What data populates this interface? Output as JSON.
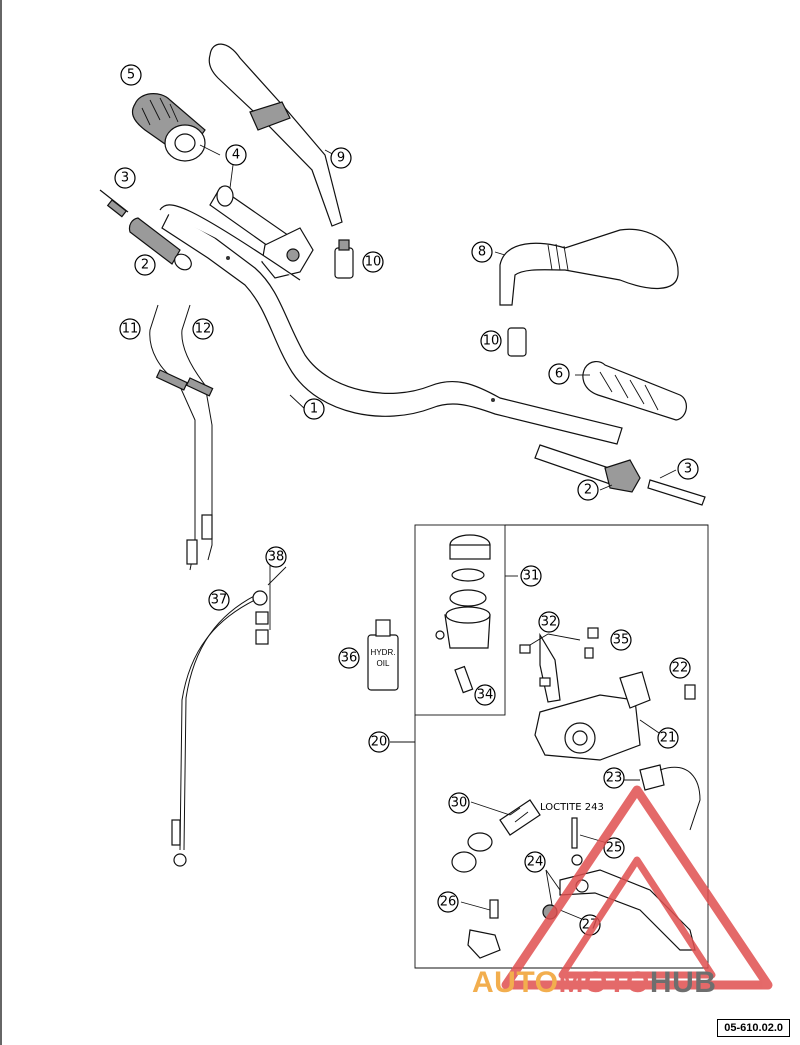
{
  "callouts": [
    {
      "id": "c1",
      "label": "1"
    },
    {
      "id": "c2a",
      "label": "2"
    },
    {
      "id": "c2b",
      "label": "2"
    },
    {
      "id": "c3a",
      "label": "3"
    },
    {
      "id": "c3b",
      "label": "3"
    },
    {
      "id": "c4",
      "label": "4"
    },
    {
      "id": "c5",
      "label": "5"
    },
    {
      "id": "c6",
      "label": "6"
    },
    {
      "id": "c8",
      "label": "8"
    },
    {
      "id": "c9",
      "label": "9"
    },
    {
      "id": "c10a",
      "label": "10"
    },
    {
      "id": "c10b",
      "label": "10"
    },
    {
      "id": "c11",
      "label": "11"
    },
    {
      "id": "c12",
      "label": "12"
    },
    {
      "id": "c20",
      "label": "20"
    },
    {
      "id": "c21",
      "label": "21"
    },
    {
      "id": "c22",
      "label": "22"
    },
    {
      "id": "c23",
      "label": "23"
    },
    {
      "id": "c24",
      "label": "24"
    },
    {
      "id": "c25",
      "label": "25"
    },
    {
      "id": "c26",
      "label": "26"
    },
    {
      "id": "c27",
      "label": "27"
    },
    {
      "id": "c30",
      "label": "30"
    },
    {
      "id": "c31",
      "label": "31"
    },
    {
      "id": "c32",
      "label": "32"
    },
    {
      "id": "c34",
      "label": "34"
    },
    {
      "id": "c35",
      "label": "35"
    },
    {
      "id": "c36",
      "label": "36"
    },
    {
      "id": "c37",
      "label": "37"
    },
    {
      "id": "c38",
      "label": "38"
    }
  ],
  "loctite_label": "LOCTITE 243",
  "bottle_label_1": "HYDR.",
  "bottle_label_2": "OIL",
  "reference_code": "05-610.02.0",
  "watermark": {
    "part1": "AUTO",
    "part2": "MOTO",
    "part3": "HUB",
    "color_orange": "#f0a030",
    "color_red": "#e05050",
    "color_grey": "#555555"
  }
}
